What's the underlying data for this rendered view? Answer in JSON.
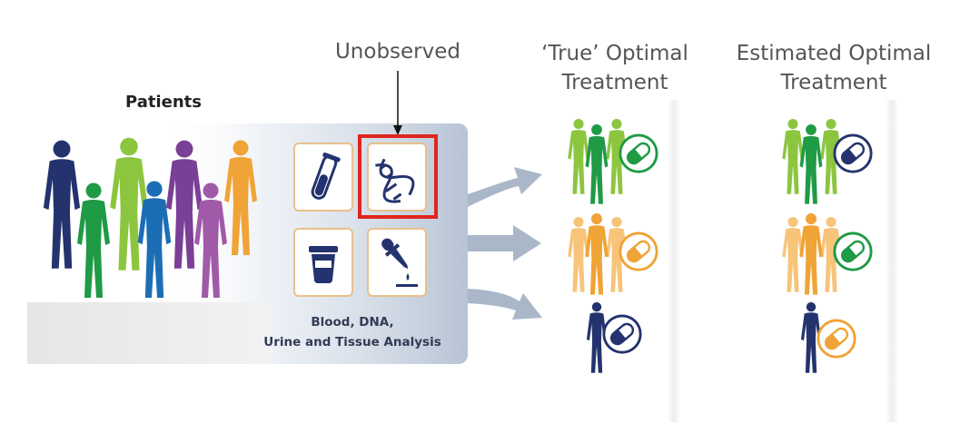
{
  "labels": {
    "unobserved": "Unobserved",
    "true_optimal": "‘True’ Optimal\nTreatment",
    "estimated_optimal": "Estimated Optimal\nTreatment",
    "patients": "Patients",
    "analysis_caption": "Blood, DNA,\nUrine and Tissue Analysis"
  },
  "icons": {
    "tiles": [
      "test-tube-icon",
      "dna-icon",
      "sample-container-icon",
      "dropper-icon"
    ],
    "highlighted_tile": "dna-icon"
  },
  "groups": [
    {
      "name": "green-group",
      "true_pill": "green",
      "estimated_pill": "navy"
    },
    {
      "name": "orange-group",
      "true_pill": "orange",
      "estimated_pill": "green"
    },
    {
      "name": "navy-person",
      "true_pill": "navy",
      "estimated_pill": "orange"
    }
  ],
  "colors": {
    "navy": "#24336e",
    "green": "#1f9a45",
    "lightgreen": "#8cc63f",
    "orange": "#f0a336",
    "lightorange": "#f7c47a",
    "purple": "#7a3f96",
    "magenta": "#a05aa8",
    "blue": "#1c6eb4",
    "tile_border": "#e8c08a",
    "highlight": "#e0251e",
    "arrow": "#a9b7c9",
    "panel": "#b9c6d6"
  }
}
